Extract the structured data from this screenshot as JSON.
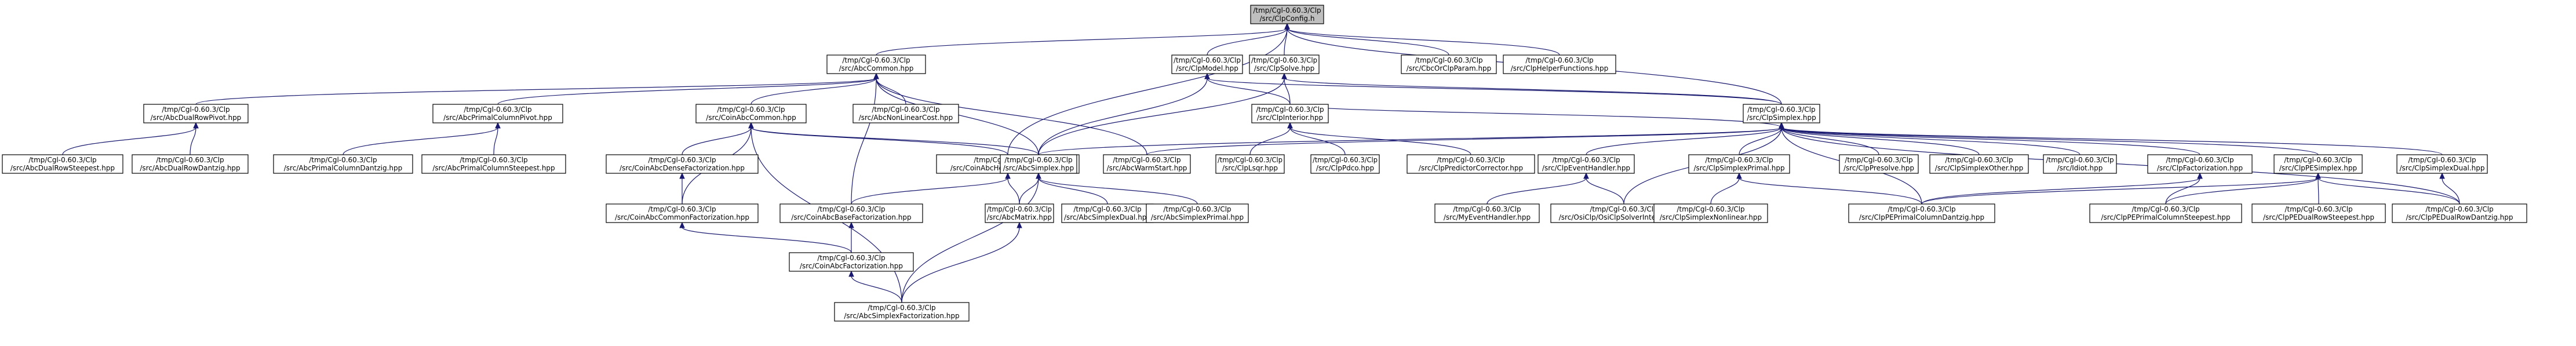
{
  "diagram": {
    "nodes": [
      {
        "id": "root",
        "line1": "/tmp/Cgl-0.60.3/Clp",
        "line2": "/src/ClpConfig.h",
        "root": true
      },
      {
        "id": "abccommon",
        "line1": "/tmp/Cgl-0.60.3/Clp",
        "line2": "/src/AbcCommon.hpp"
      },
      {
        "id": "clpmodel",
        "line1": "/tmp/Cgl-0.60.3/Clp",
        "line2": "/src/ClpModel.hpp"
      },
      {
        "id": "clpsolve",
        "line1": "/tmp/Cgl-0.60.3/Clp",
        "line2": "/src/ClpSolve.hpp"
      },
      {
        "id": "cbcorclpparam",
        "line1": "/tmp/Cgl-0.60.3/Clp",
        "line2": "/src/CbcOrClpParam.hpp"
      },
      {
        "id": "clphelperfunctions",
        "line1": "/tmp/Cgl-0.60.3/Clp",
        "line2": "/src/ClpHelperFunctions.hpp"
      },
      {
        "id": "abcdualrowpivot",
        "line1": "/tmp/Cgl-0.60.3/Clp",
        "line2": "/src/AbcDualRowPivot.hpp"
      },
      {
        "id": "abcprimalcolumnpivot",
        "line1": "/tmp/Cgl-0.60.3/Clp",
        "line2": "/src/AbcPrimalColumnPivot.hpp"
      },
      {
        "id": "coinabccommon",
        "line1": "/tmp/Cgl-0.60.3/Clp",
        "line2": "/src/CoinAbcCommon.hpp"
      },
      {
        "id": "abcnonlinearcost",
        "line1": "/tmp/Cgl-0.60.3/Clp",
        "line2": "/src/AbcNonLinearCost.hpp"
      },
      {
        "id": "clpinterior",
        "line1": "/tmp/Cgl-0.60.3/Clp",
        "line2": "/src/ClpInterior.hpp"
      },
      {
        "id": "clpsimplex",
        "line1": "/tmp/Cgl-0.60.3/Clp",
        "line2": "/src/ClpSimplex.hpp"
      },
      {
        "id": "abcdualrowsteepest",
        "line1": "/tmp/Cgl-0.60.3/Clp",
        "line2": "/src/AbcDualRowSteepest.hpp"
      },
      {
        "id": "abcdualrowdantzig",
        "line1": "/tmp/Cgl-0.60.3/Clp",
        "line2": "/src/AbcDualRowDantzig.hpp"
      },
      {
        "id": "abcprimalcolumndantzig",
        "line1": "/tmp/Cgl-0.60.3/Clp",
        "line2": "/src/AbcPrimalColumnDantzig.hpp"
      },
      {
        "id": "abcprimalcolumnsteepest",
        "line1": "/tmp/Cgl-0.60.3/Clp",
        "line2": "/src/AbcPrimalColumnSteepest.hpp"
      },
      {
        "id": "coinabcdensefactorization",
        "line1": "/tmp/Cgl-0.60.3/Clp",
        "line2": "/src/CoinAbcDenseFactorization.hpp"
      },
      {
        "id": "coinabchelperfunctions",
        "line1": "/tmp/Cgl-0.60.3/Clp",
        "line2": "/src/CoinAbcHelperFunctions.hpp"
      },
      {
        "id": "abcsimplex",
        "line1": "/tmp/Cgl-0.60.3/Clp",
        "line2": "/src/AbcSimplex.hpp"
      },
      {
        "id": "abcwarmstart",
        "line1": "/tmp/Cgl-0.60.3/Clp",
        "line2": "/src/AbcWarmStart.hpp"
      },
      {
        "id": "clplsqr",
        "line1": "/tmp/Cgl-0.60.3/Clp",
        "line2": "/src/ClpLsqr.hpp"
      },
      {
        "id": "clppdco",
        "line1": "/tmp/Cgl-0.60.3/Clp",
        "line2": "/src/ClpPdco.hpp"
      },
      {
        "id": "clppredictorcorrector",
        "line1": "/tmp/Cgl-0.60.3/Clp",
        "line2": "/src/ClpPredictorCorrector.hpp"
      },
      {
        "id": "clpeventhandler",
        "line1": "/tmp/Cgl-0.60.3/Clp",
        "line2": "/src/ClpEventHandler.hpp"
      },
      {
        "id": "clpsimplexprimal",
        "line1": "/tmp/Cgl-0.60.3/Clp",
        "line2": "/src/ClpSimplexPrimal.hpp"
      },
      {
        "id": "clppresolve",
        "line1": "/tmp/Cgl-0.60.3/Clp",
        "line2": "/src/ClpPresolve.hpp"
      },
      {
        "id": "clpsimplexother",
        "line1": "/tmp/Cgl-0.60.3/Clp",
        "line2": "/src/ClpSimplexOther.hpp"
      },
      {
        "id": "idiot",
        "line1": "/tmp/Cgl-0.60.3/Clp",
        "line2": "/src/Idiot.hpp"
      },
      {
        "id": "clpfactorization",
        "line1": "/tmp/Cgl-0.60.3/Clp",
        "line2": "/src/ClpFactorization.hpp"
      },
      {
        "id": "clppesimplex",
        "line1": "/tmp/Cgl-0.60.3/Clp",
        "line2": "/src/ClpPESimplex.hpp"
      },
      {
        "id": "clpsimplexdual",
        "line1": "/tmp/Cgl-0.60.3/Clp",
        "line2": "/src/ClpSimplexDual.hpp"
      },
      {
        "id": "coinabccommonfactorization",
        "line1": "/tmp/Cgl-0.60.3/Clp",
        "line2": "/src/CoinAbcCommonFactorization.hpp"
      },
      {
        "id": "coinabcbasefactorization",
        "line1": "/tmp/Cgl-0.60.3/Clp",
        "line2": "/src/CoinAbcBaseFactorization.hpp"
      },
      {
        "id": "abcmatrix",
        "line1": "/tmp/Cgl-0.60.3/Clp",
        "line2": "/src/AbcMatrix.hpp"
      },
      {
        "id": "abcsimplexdual",
        "line1": "/tmp/Cgl-0.60.3/Clp",
        "line2": "/src/AbcSimplexDual.hpp"
      },
      {
        "id": "abcsimplexprimal",
        "line1": "/tmp/Cgl-0.60.3/Clp",
        "line2": "/src/AbcSimplexPrimal.hpp"
      },
      {
        "id": "myeventhandler",
        "line1": "/tmp/Cgl-0.60.3/Clp",
        "line2": "/src/MyEventHandler.hpp"
      },
      {
        "id": "osiclpsolverinterface",
        "line1": "/tmp/Cgl-0.60.3/Clp",
        "line2": "/src/OsiClp/OsiClpSolverInterface.hpp"
      },
      {
        "id": "clpsimplexnonlinear",
        "line1": "/tmp/Cgl-0.60.3/Clp",
        "line2": "/src/ClpSimplexNonlinear.hpp"
      },
      {
        "id": "clppeprimalcolumndantzig",
        "line1": "/tmp/Cgl-0.60.3/Clp",
        "line2": "/src/ClpPEPrimalColumnDantzig.hpp"
      },
      {
        "id": "clppeprimalcolumnsteepest",
        "line1": "/tmp/Cgl-0.60.3/Clp",
        "line2": "/src/ClpPEPrimalColumnSteepest.hpp"
      },
      {
        "id": "clppedualrowsteepest",
        "line1": "/tmp/Cgl-0.60.3/Clp",
        "line2": "/src/ClpPEDualRowSteepest.hpp"
      },
      {
        "id": "clppedualrowdantzig",
        "line1": "/tmp/Cgl-0.60.3/Clp",
        "line2": "/src/ClpPEDualRowDantzig.hpp"
      },
      {
        "id": "coinabcfactorization",
        "line1": "/tmp/Cgl-0.60.3/Clp",
        "line2": "/src/CoinAbcFactorization.hpp"
      },
      {
        "id": "abcsimplexfactorization",
        "line1": "/tmp/Cgl-0.60.3/Clp",
        "line2": "/src/AbcSimplexFactorization.hpp"
      }
    ],
    "edges": [
      [
        "root",
        "abccommon"
      ],
      [
        "root",
        "clpmodel"
      ],
      [
        "root",
        "clpsolve"
      ],
      [
        "root",
        "cbcorclpparam"
      ],
      [
        "root",
        "clphelperfunctions"
      ],
      [
        "root",
        "clpsimplex"
      ],
      [
        "root",
        "coinabchelperfunctions"
      ],
      [
        "abccommon",
        "abcdualrowpivot"
      ],
      [
        "abccommon",
        "abcprimalcolumnpivot"
      ],
      [
        "abccommon",
        "coinabccommon"
      ],
      [
        "abccommon",
        "abcnonlinearcost"
      ],
      [
        "abccommon",
        "abcsimplex"
      ],
      [
        "abccommon",
        "abcwarmstart"
      ],
      [
        "abccommon",
        "coinabcbasefactorization"
      ],
      [
        "clpmodel",
        "clpsimplex"
      ],
      [
        "clpmodel",
        "clpinterior"
      ],
      [
        "clpmodel",
        "abcsimplex"
      ],
      [
        "clpsolve",
        "clpsimplex"
      ],
      [
        "clpsolve",
        "clpinterior"
      ],
      [
        "clpsolve",
        "abcsimplex"
      ],
      [
        "abcdualrowpivot",
        "abcdualrowsteepest"
      ],
      [
        "abcdualrowpivot",
        "abcdualrowdantzig"
      ],
      [
        "abcprimalcolumnpivot",
        "abcprimalcolumndantzig"
      ],
      [
        "abcprimalcolumnpivot",
        "abcprimalcolumnsteepest"
      ],
      [
        "coinabccommon",
        "coinabcdensefactorization"
      ],
      [
        "coinabccommon",
        "coinabchelperfunctions"
      ],
      [
        "coinabccommon",
        "abcsimplex"
      ],
      [
        "coinabccommon",
        "coinabccommonfactorization"
      ],
      [
        "coinabccommon",
        "abcsimplexfactorization"
      ],
      [
        "clpinterior",
        "clplsqr"
      ],
      [
        "clpinterior",
        "clppdco"
      ],
      [
        "clpinterior",
        "clppredictorcorrector"
      ],
      [
        "clpsimplex",
        "abcsimplex"
      ],
      [
        "clpsimplex",
        "abcwarmstart"
      ],
      [
        "clpsimplex",
        "clpinterior"
      ],
      [
        "clpsimplex",
        "clpeventhandler"
      ],
      [
        "clpsimplex",
        "clpsimplexprimal"
      ],
      [
        "clpsimplex",
        "clppresolve"
      ],
      [
        "clpsimplex",
        "clpsimplexother"
      ],
      [
        "clpsimplex",
        "idiot"
      ],
      [
        "clpsimplex",
        "clpfactorization"
      ],
      [
        "clpsimplex",
        "clppesimplex"
      ],
      [
        "clpsimplex",
        "clpsimplexdual"
      ],
      [
        "clpsimplex",
        "osiclpsolverinterface"
      ],
      [
        "clpsimplex",
        "clppeprimalcolumndantzig"
      ],
      [
        "clpsimplex",
        "clppedualrowdantzig"
      ],
      [
        "coinabcdensefactorization",
        "coinabccommonfactorization"
      ],
      [
        "coinabchelperfunctions",
        "coinabcbasefactorization"
      ],
      [
        "coinabchelperfunctions",
        "abcmatrix"
      ],
      [
        "abcsimplex",
        "abcmatrix"
      ],
      [
        "abcsimplex",
        "abcsimplexdual"
      ],
      [
        "abcsimplex",
        "abcsimplexprimal"
      ],
      [
        "abcsimplex",
        "abcsimplexfactorization"
      ],
      [
        "coinabccommonfactorization",
        "coinabcfactorization"
      ],
      [
        "coinabcbasefactorization",
        "coinabcfactorization"
      ],
      [
        "abcmatrix",
        "abcsimplexfactorization"
      ],
      [
        "coinabcfactorization",
        "abcsimplexfactorization"
      ],
      [
        "clpeventhandler",
        "myeventhandler"
      ],
      [
        "clpeventhandler",
        "osiclpsolverinterface"
      ],
      [
        "clpsimplexprimal",
        "clpsimplexnonlinear"
      ],
      [
        "clpsimplexprimal",
        "clppeprimalcolumndantzig"
      ],
      [
        "clpfactorization",
        "clppeprimalcolumndantzig"
      ],
      [
        "clpfactorization",
        "clppeprimalcolumnsteepest"
      ],
      [
        "clppesimplex",
        "clppeprimalcolumndantzig"
      ],
      [
        "clppesimplex",
        "clppeprimalcolumnsteepest"
      ],
      [
        "clppesimplex",
        "clppedualrowsteepest"
      ],
      [
        "clppesimplex",
        "clppedualrowdantzig"
      ],
      [
        "clpsimplexdual",
        "clppedualrowdantzig"
      ]
    ]
  }
}
